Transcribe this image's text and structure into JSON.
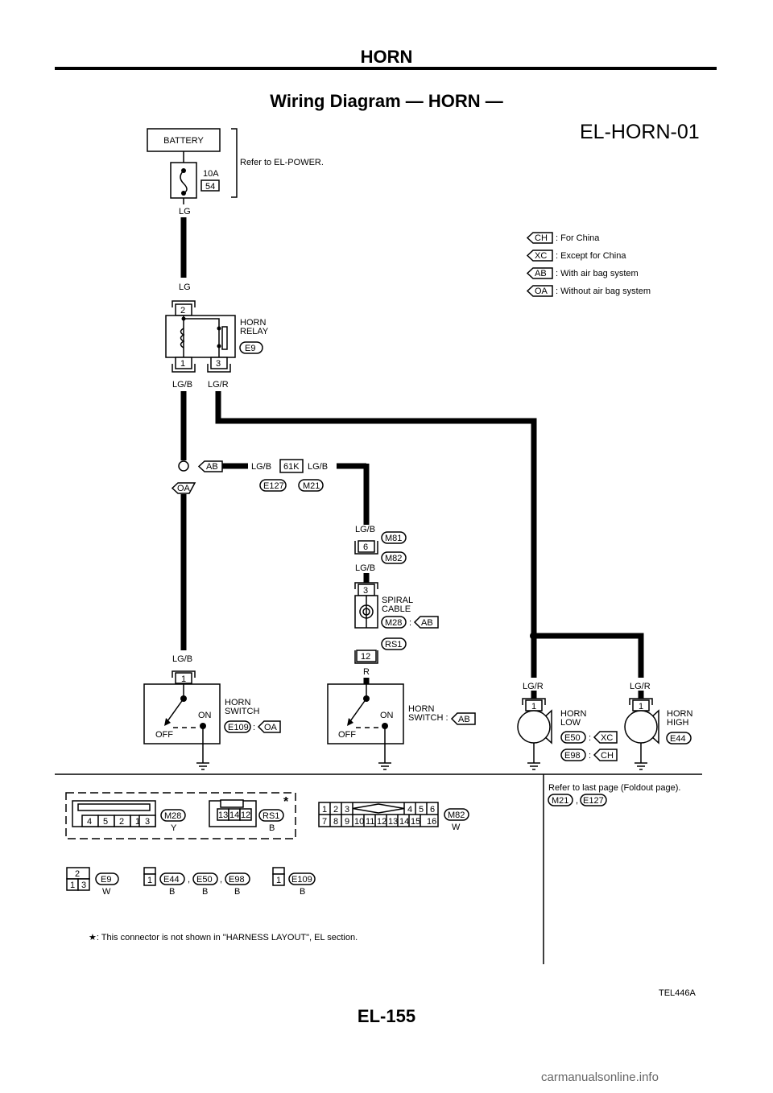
{
  "header": {
    "title": "HORN",
    "page_number": "EL-155",
    "figure_code": "TEL446A",
    "watermark": "carmanualsonline.info"
  },
  "diagram": {
    "title": "Wiring Diagram — HORN —",
    "id": "EL-HORN-01",
    "battery": {
      "label": "BATTERY",
      "fuse_rating": "10A",
      "fuse_number": "54",
      "ref_note": "Refer to EL-POWER."
    },
    "legend": [
      {
        "code": "CH",
        "text": ": For China"
      },
      {
        "code": "XC",
        "text": ": Except for China"
      },
      {
        "code": "AB",
        "text": ": With air bag system"
      },
      {
        "code": "OA",
        "text": ": Without air bag system"
      }
    ],
    "wires": {
      "lg": "LG",
      "lgb": "LG/B",
      "lgr": "LG/R",
      "r": "R"
    },
    "relay": {
      "label_1": "HORN",
      "label_2": "RELAY",
      "connector": "E9",
      "pin_top": "2",
      "pin_left": "1",
      "pin_right": "3"
    },
    "joint": {
      "ab": "AB",
      "oa": "OA",
      "connector_code": "61K",
      "conn_left": "E127",
      "conn_right": "M21"
    },
    "spiral": {
      "label_1": "SPIRAL",
      "label_2": "CABLE",
      "conn_top_1": "M81",
      "conn_top_2": "M82",
      "pin_6": "6",
      "pin_3": "3",
      "pin_12": "12",
      "conn_m28": "M28",
      "colon": ":",
      "ab": "AB",
      "conn_rs1": "RS1"
    },
    "switch_oa": {
      "label_1": "HORN",
      "label_2": "SWITCH",
      "connector": "E109",
      "colon": ":",
      "cond": "OA",
      "pin": "1",
      "on": "ON",
      "off": "OFF"
    },
    "switch_ab": {
      "label_1": "HORN",
      "label_2": "SWITCH :",
      "cond": "AB",
      "on": "ON",
      "off": "OFF"
    },
    "horn_low": {
      "label_1": "HORN",
      "label_2": "LOW",
      "pin": "1",
      "conn_1": "E50",
      "cond_1": "XC",
      "conn_2": "E98",
      "cond_2": "CH",
      "colon": ":"
    },
    "horn_high": {
      "label_1": "HORN",
      "label_2": "HIGH",
      "pin": "1",
      "connector": "E44"
    }
  },
  "connectors": {
    "m28": {
      "code": "M28",
      "color": "Y",
      "pins": [
        "4",
        "5",
        "2",
        "1",
        "3"
      ]
    },
    "rs1": {
      "code": "RS1",
      "color": "B",
      "pins": [
        "13",
        "14",
        "12"
      ],
      "star": "*"
    },
    "m82": {
      "code": "M82",
      "color": "W",
      "top": [
        "1",
        "2",
        "3",
        "4",
        "5",
        "6"
      ],
      "bottom": [
        "7",
        "8",
        "9",
        "10",
        "11",
        "12",
        "13",
        "14",
        "15",
        "16"
      ]
    },
    "e9": {
      "code": "E9",
      "color": "W",
      "pins": [
        "2",
        "1",
        "3"
      ]
    },
    "e44_group": {
      "pin": "1",
      "codes": [
        "E44",
        "E50",
        "E98"
      ],
      "colors": [
        "B",
        "B",
        "B"
      ],
      "sep": ","
    },
    "e109": {
      "code": "E109",
      "color": "B",
      "pin": "1"
    },
    "foldout": {
      "text": "Refer to last page (Foldout page).",
      "codes": [
        "M21",
        "E127"
      ],
      "sep": ","
    },
    "note": "★: This connector is not shown in \"HARNESS LAYOUT\", EL section."
  }
}
